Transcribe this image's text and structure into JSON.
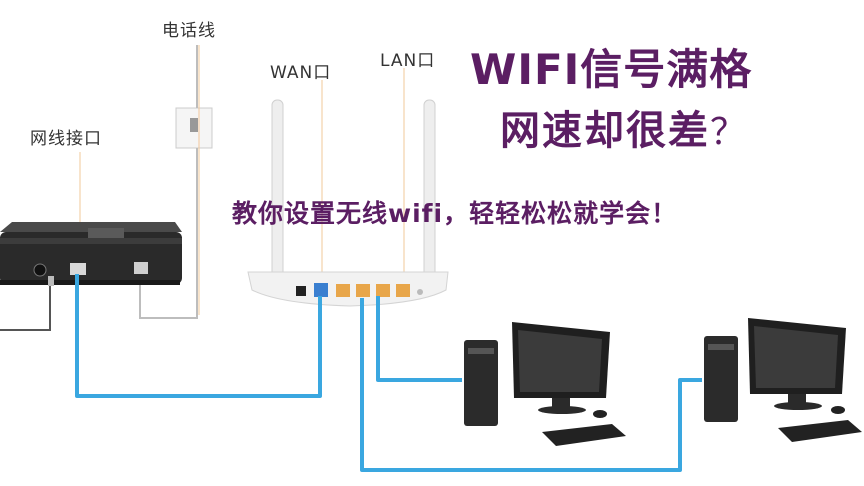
{
  "labels": {
    "phone_line": "电话线",
    "wan": "WAN口",
    "lan": "LAN口",
    "network_port": "网线接口"
  },
  "headline": {
    "line1": "WIFI信号满格",
    "line2": "网速却很差",
    "line2_mark": "？",
    "subtitle": "教你设置无线wifi，轻轻松松就学会！"
  },
  "colors": {
    "headline": "#5b1e63",
    "cable": "#3aa7e0",
    "modem": "#2a2a2a",
    "router": "#f2f2f2"
  }
}
